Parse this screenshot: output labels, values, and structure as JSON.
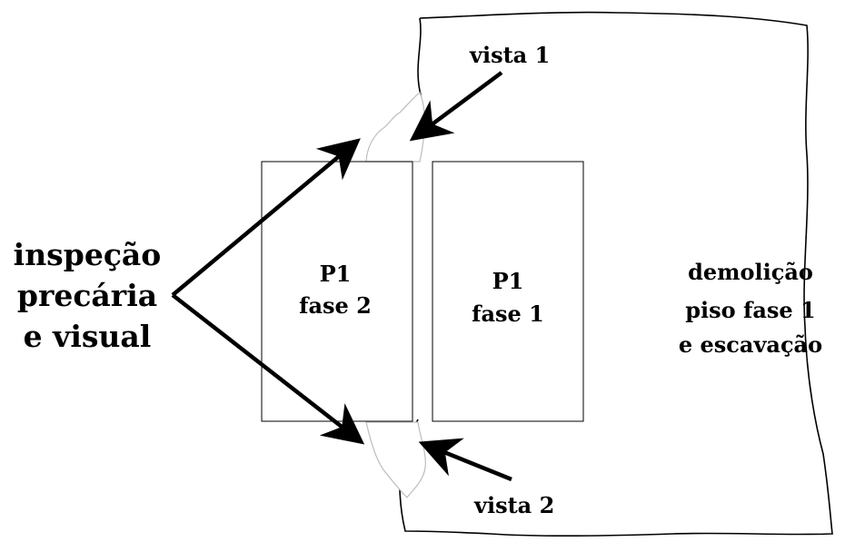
{
  "labels": {
    "vista_1": "vista 1",
    "vista_2": "vista 2",
    "inspecao": [
      "inspeção",
      "precária",
      "e visual"
    ],
    "p1_fase2": [
      "P1",
      "fase 2"
    ],
    "p1_fase1": [
      "P1",
      "fase 1"
    ],
    "demolicao": [
      "demolição",
      "piso fase 1",
      "e escavação"
    ]
  },
  "colors": {
    "stroke": "#000000",
    "patch": "#bdbdbd",
    "background": "#ffffff"
  }
}
